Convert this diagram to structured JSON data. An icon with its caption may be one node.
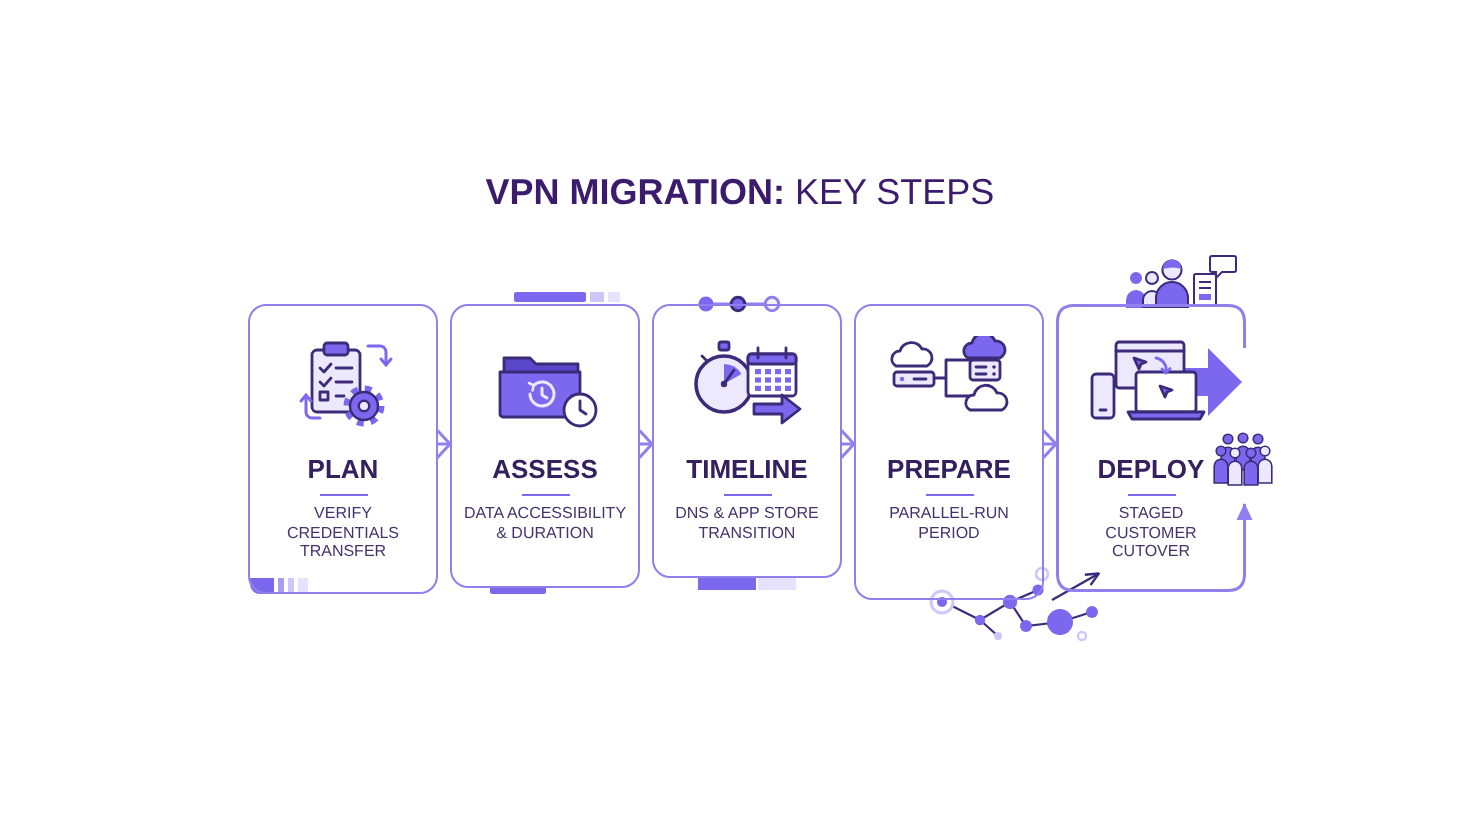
{
  "diagram": {
    "title": "**VPN MIGRATION:** KEY STEPS",
    "nodes": [
      {
        "text": [
          "PLAN",
          "VERIFY CREDENTIALS TRANSFER"
        ]
      },
      {
        "text": [
          "ASSESS",
          "DATA ACCESSIBILITY & DURATION"
        ]
      },
      {
        "text": [
          "TIMELINE",
          "DNS & APP STORE TRANSITION"
        ]
      },
      {
        "text": [
          "PREPARE",
          "PARALLEL-RUN PERIOD"
        ]
      },
      {
        "text": [
          "DEPLOY",
          "STAGED CUSTOMER CUTOVER"
        ]
      }
    ],
    "edges": [
      {
        "from": 0,
        "to": 1,
        "arrow": "to"
      },
      {
        "from": 1,
        "to": 2,
        "arrow": "to"
      },
      {
        "from": 2,
        "to": 3,
        "arrow": "to"
      },
      {
        "from": 3,
        "to": 4,
        "arrow": "to"
      }
    ]
  }
}
